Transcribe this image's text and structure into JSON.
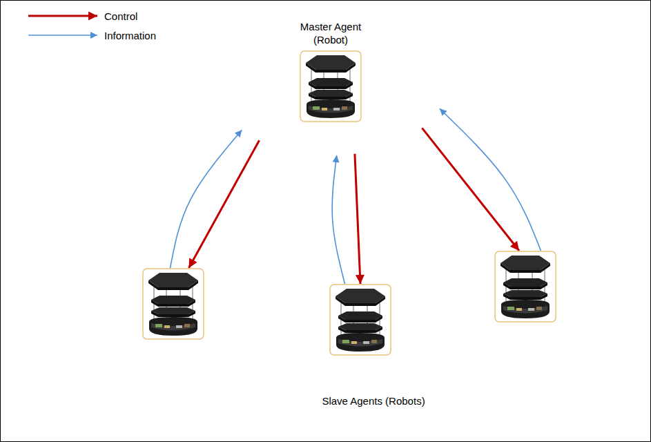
{
  "diagram": {
    "nodes": [
      {
        "text": [
          "Master Agent (Robot)"
        ]
      },
      {
        "text": [
          "Slave Agents (Robots)"
        ]
      }
    ],
    "edges": [
      {
        "from": 0,
        "to": 1,
        "arrow": "to"
      },
      {
        "from": 1,
        "to": 0,
        "arrow": "to"
      },
      {
        "from": 0,
        "to": 1,
        "arrow": "to"
      },
      {
        "from": 1,
        "to": 0,
        "arrow": "to"
      },
      {
        "from": 0,
        "to": 1,
        "arrow": "to"
      },
      {
        "from": 1,
        "to": 0,
        "arrow": "to"
      }
    ],
    "legend": [
      {
        "text": "Control"
      },
      {
        "text": "Information"
      }
    ]
  }
}
